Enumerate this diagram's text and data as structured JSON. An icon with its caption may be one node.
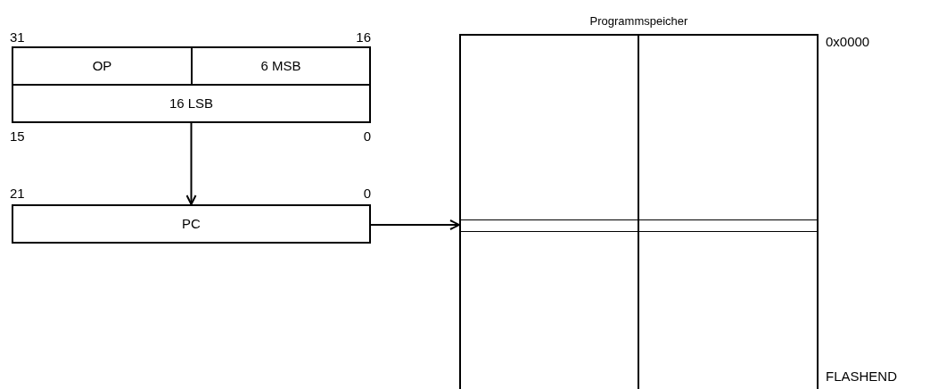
{
  "diagram": {
    "nodes": [
      {
        "text": [
          "OP"
        ]
      },
      {
        "text": [
          "6 MSB"
        ]
      },
      {
        "text": [
          "16 LSB"
        ]
      },
      {
        "text": [
          "PC"
        ]
      },
      {
        "text": [
          "Programmspeicher"
        ]
      }
    ],
    "edges": [
      {
        "from": 2,
        "to": 3,
        "arrow": "to"
      },
      {
        "from": 3,
        "to": 4,
        "arrow": "to"
      }
    ],
    "labels": [
      "31",
      "16",
      "15",
      "0",
      "21",
      "0",
      "0x0000",
      "FLASHEND"
    ]
  }
}
